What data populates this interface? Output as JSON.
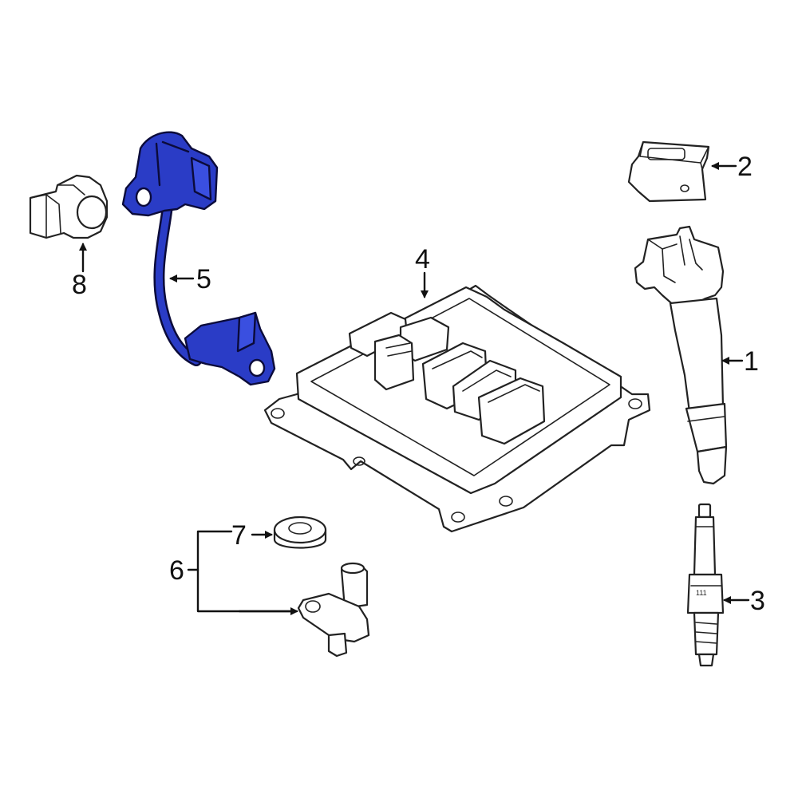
{
  "colors": {
    "highlight": "#2a3cc6",
    "line": "#111111",
    "background": "#ffffff"
  },
  "callouts": {
    "c1": "1",
    "c2": "2",
    "c3": "3",
    "c4": "4",
    "c5": "5",
    "c6": "6",
    "c7": "7",
    "c8": "8"
  },
  "highlighted_part": "5"
}
